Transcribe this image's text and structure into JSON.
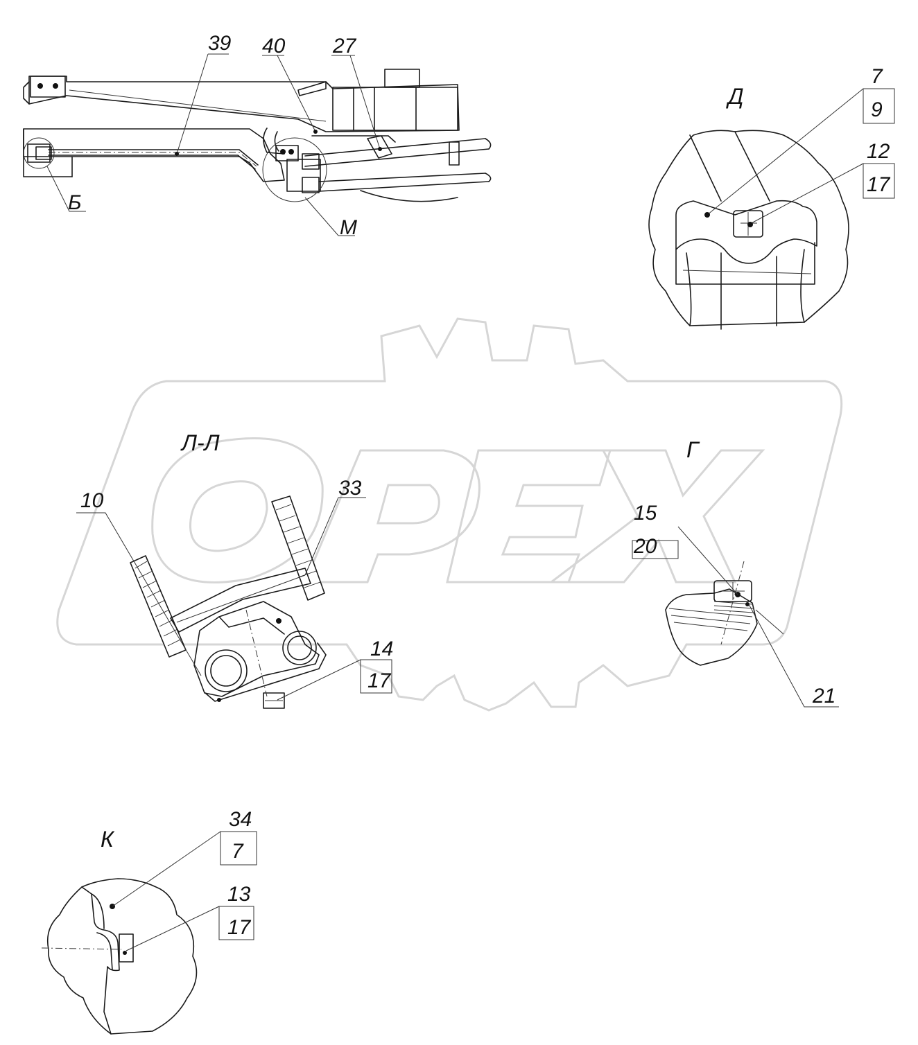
{
  "views": {
    "main": {
      "callouts": [
        {
          "id": "39",
          "text": "39"
        },
        {
          "id": "40",
          "text": "40"
        },
        {
          "id": "27",
          "text": "27"
        },
        {
          "id": "b",
          "text": "Б"
        },
        {
          "id": "m",
          "text": "М"
        }
      ]
    },
    "d": {
      "title": "Д",
      "callouts": [
        {
          "top": "7",
          "bottom": "9"
        },
        {
          "top": "12",
          "bottom": "17"
        }
      ]
    },
    "ll": {
      "title": "Л-Л",
      "callouts": [
        {
          "text": "10"
        },
        {
          "text": "33"
        },
        {
          "top": "14",
          "bottom": "17"
        }
      ]
    },
    "g": {
      "title": "Г",
      "callouts": [
        {
          "top": "15",
          "bottom": "20"
        },
        {
          "text": "21"
        }
      ]
    },
    "k": {
      "title": "К",
      "callouts": [
        {
          "top": "34",
          "bottom": "7"
        },
        {
          "top": "13",
          "bottom": "17"
        }
      ]
    }
  },
  "watermark": {
    "text": "OPEX",
    "color": "#d6d6d6"
  },
  "colors": {
    "line": "#1a1a1a",
    "background": "#ffffff"
  }
}
